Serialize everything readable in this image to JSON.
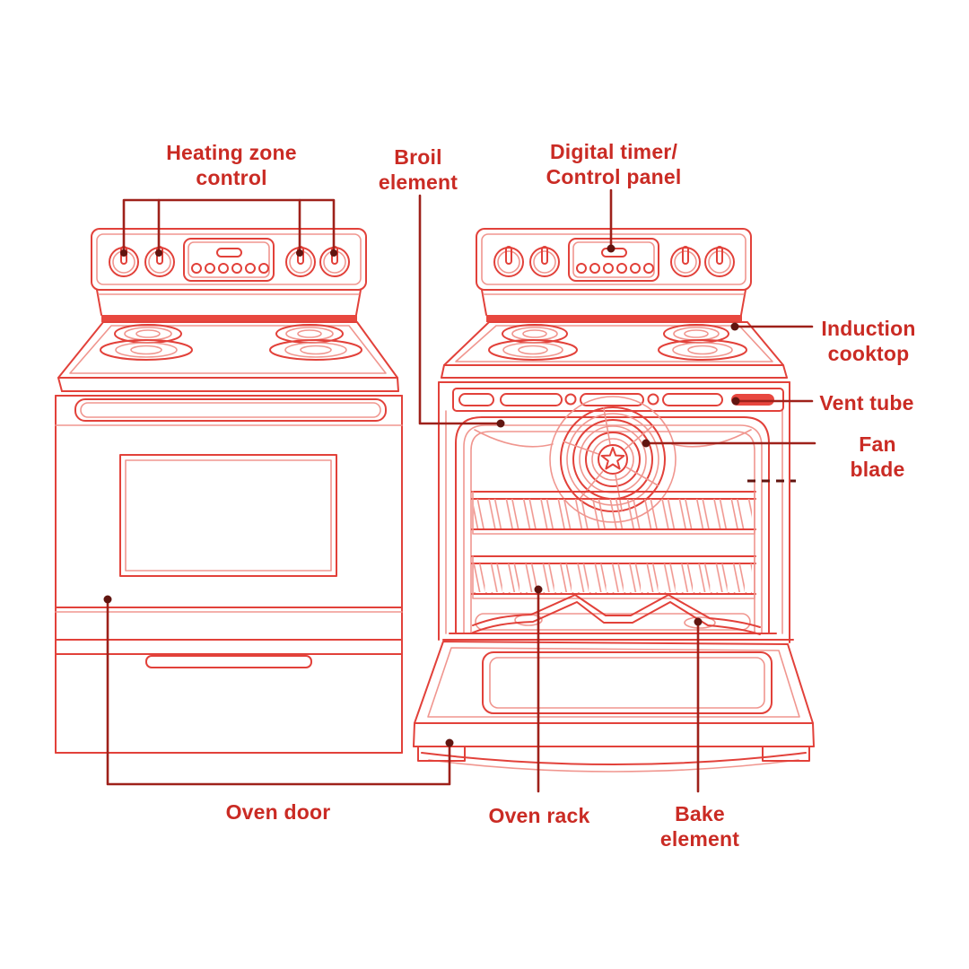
{
  "colors": {
    "line": "#e2413a",
    "line-light": "#f0968f",
    "accent-fill": "#e8473f",
    "leader": "#9e211a",
    "leader-dark": "#611510",
    "text": "#ca2b24"
  },
  "labels": {
    "heating_zone_control": "Heating zone\ncontrol",
    "broil_element": "Broil\nelement",
    "digital_timer": "Digital timer/\nControl panel",
    "induction_cooktop": "Induction\ncooktop",
    "vent_tube": "Vent tube",
    "fan_blade": "Fan blade",
    "oven_door": "Oven door",
    "oven_rack": "Oven rack",
    "bake_element": "Bake\nelement"
  }
}
